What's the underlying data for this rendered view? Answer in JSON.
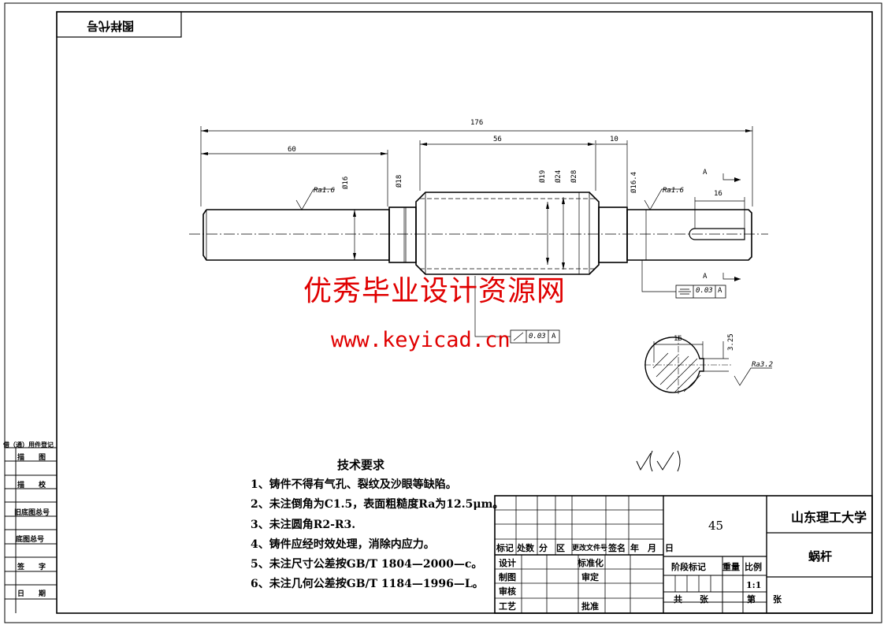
{
  "corner_label": "图样代号",
  "watermark": {
    "title": "优秀毕业设计资源网",
    "url": "www.keyicad.cn"
  },
  "dimensions": {
    "total_length": "176",
    "left_length": "60",
    "mid_length": "56",
    "right_gap": "10",
    "dia_left": "Ø16",
    "dia_shoulder": "Ø18",
    "dia_19": "Ø19",
    "dia_24": "Ø24",
    "dia_28": "Ø28",
    "dia_right": "Ø16.4",
    "key_length": "16",
    "section_width": "16",
    "key_depth": "3.25",
    "roughness_left": "Ra1.6",
    "roughness_right": "Ra1.6",
    "roughness_key": "Ra3.2",
    "section_mark_top": "A",
    "section_mark_bottom": "A",
    "tolerance_sym_value": "0.03",
    "tolerance_sym_datum": "A",
    "tolerance_run_value": "0.03",
    "tolerance_run_datum": "A"
  },
  "technical_requirements": {
    "title": "技术要求",
    "items": [
      "1、铸件不得有气孔、裂纹及沙眼等缺陷。",
      "2、未注倒角为C1.5，表面粗糙度Ra为12.5μm。",
      "3、未注圆角R2-R3.",
      "4、铸件应经时效处理，消除内应力。",
      "5、未注尺寸公差按GB/T 1804—2000—c。",
      "6、未注几何公差按GB/T 1184—1996—L。"
    ]
  },
  "side_table": {
    "header": "借（通）用件登记",
    "rows": [
      "描　　图",
      "描　　校",
      "旧底图总号",
      "底图总号",
      "签　　字",
      "日　　期"
    ]
  },
  "title_block": {
    "material": "45",
    "school": "山东理工大学",
    "part_name": "蜗杆",
    "change_header": [
      "标记",
      "处数",
      "分　区",
      "更改文件号",
      "签名",
      "年　月　日"
    ],
    "design": "设计",
    "standardize": "标准化",
    "drafting": "制图",
    "review": "审定",
    "check": "审核",
    "process": "工艺",
    "approve": "批准",
    "stage_mark": "阶段标记",
    "weight": "重量",
    "scale_label": "比例",
    "scale_value": "1:1",
    "total_sheets": "共　　张",
    "sheet_no": "第　　张"
  }
}
